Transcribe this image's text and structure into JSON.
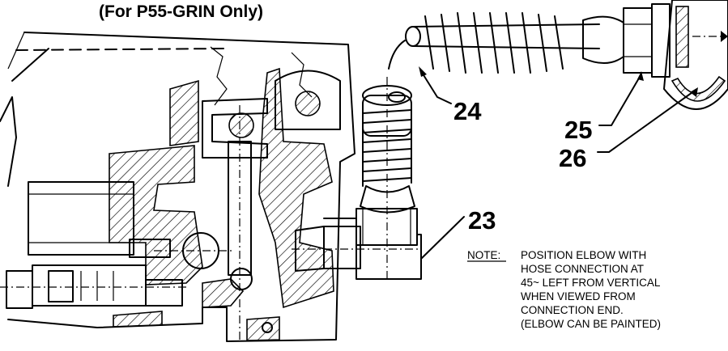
{
  "diagram": {
    "title": "(For P55-GRIN Only)",
    "callouts": [
      "23",
      "24",
      "25",
      "26"
    ],
    "note": {
      "label": "NOTE:",
      "lines": [
        "POSITION ELBOW WITH",
        "HOSE CONNECTION AT",
        "45~ LEFT FROM VERTICAL",
        "WHEN VIEWED FROM",
        "CONNECTION END.",
        "(ELBOW CAN BE PAINTED)"
      ]
    }
  }
}
